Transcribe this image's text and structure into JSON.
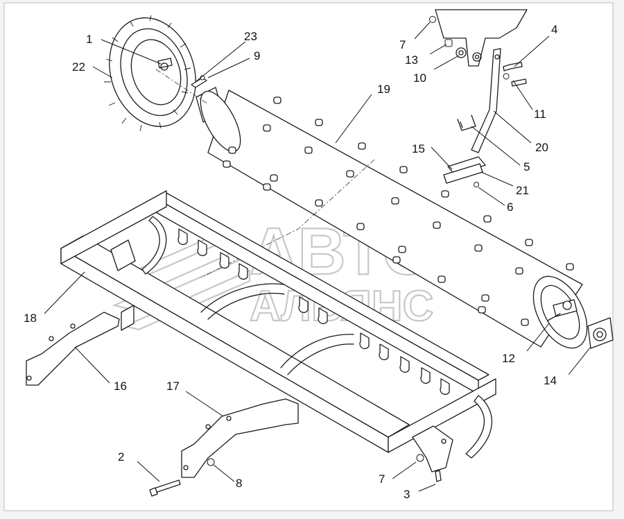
{
  "watermark": {
    "line1": "АВТО",
    "line2": "АЛЬЯНС"
  },
  "callouts": [
    {
      "id": "c1",
      "label": "1"
    },
    {
      "id": "c2",
      "label": "2"
    },
    {
      "id": "c3",
      "label": "3"
    },
    {
      "id": "c4",
      "label": "4"
    },
    {
      "id": "c5",
      "label": "5"
    },
    {
      "id": "c6",
      "label": "6"
    },
    {
      "id": "c7a",
      "label": "7"
    },
    {
      "id": "c7b",
      "label": "7"
    },
    {
      "id": "c8",
      "label": "8"
    },
    {
      "id": "c9",
      "label": "9"
    },
    {
      "id": "c10",
      "label": "10"
    },
    {
      "id": "c11",
      "label": "11"
    },
    {
      "id": "c12",
      "label": "12"
    },
    {
      "id": "c13",
      "label": "13"
    },
    {
      "id": "c14",
      "label": "14"
    },
    {
      "id": "c15",
      "label": "15"
    },
    {
      "id": "c16",
      "label": "16"
    },
    {
      "id": "c17",
      "label": "17"
    },
    {
      "id": "c18",
      "label": "18"
    },
    {
      "id": "c19",
      "label": "19"
    },
    {
      "id": "c20",
      "label": "20"
    },
    {
      "id": "c21",
      "label": "21"
    },
    {
      "id": "c22",
      "label": "22"
    },
    {
      "id": "c23",
      "label": "23"
    }
  ]
}
